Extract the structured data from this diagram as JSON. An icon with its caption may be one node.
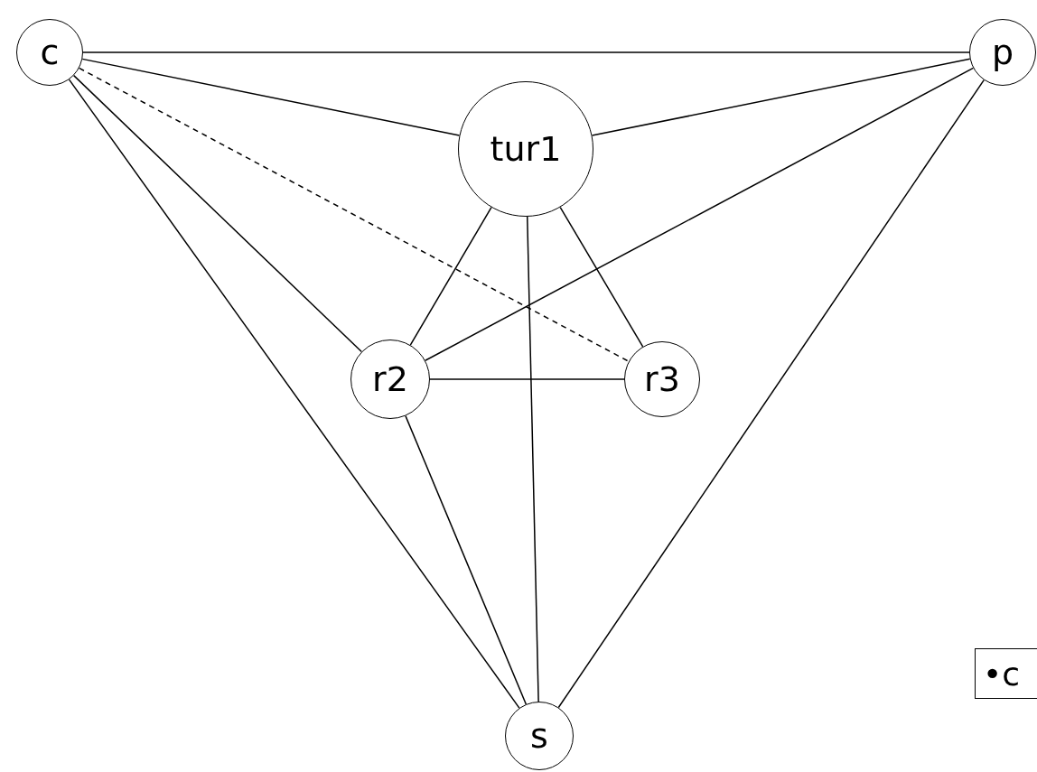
{
  "diagram": {
    "nodes": [
      {
        "text": [
          "c"
        ]
      },
      {
        "text": [
          "p"
        ]
      },
      {
        "text": [
          "tur1"
        ]
      },
      {
        "text": [
          "r2"
        ]
      },
      {
        "text": [
          "r3"
        ]
      },
      {
        "text": [
          "s"
        ]
      }
    ],
    "edges": [
      {
        "from": 0,
        "to": 1,
        "arrow": "none"
      },
      {
        "from": 0,
        "to": 2,
        "arrow": "none"
      },
      {
        "from": 0,
        "to": 4,
        "arrow": "none",
        "style": "dashed"
      },
      {
        "from": 0,
        "to": 3,
        "arrow": "none"
      },
      {
        "from": 0,
        "to": 5,
        "arrow": "none"
      },
      {
        "from": 2,
        "to": 1,
        "arrow": "none"
      },
      {
        "from": 2,
        "to": 3,
        "arrow": "none"
      },
      {
        "from": 2,
        "to": 4,
        "arrow": "none"
      },
      {
        "from": 2,
        "to": 5,
        "arrow": "none"
      },
      {
        "from": 1,
        "to": 3,
        "arrow": "none"
      },
      {
        "from": 1,
        "to": 5,
        "arrow": "none"
      },
      {
        "from": 3,
        "to": 4,
        "arrow": "none"
      },
      {
        "from": 3,
        "to": 5,
        "arrow": "none"
      }
    ],
    "labels": [
      "•c"
    ]
  }
}
